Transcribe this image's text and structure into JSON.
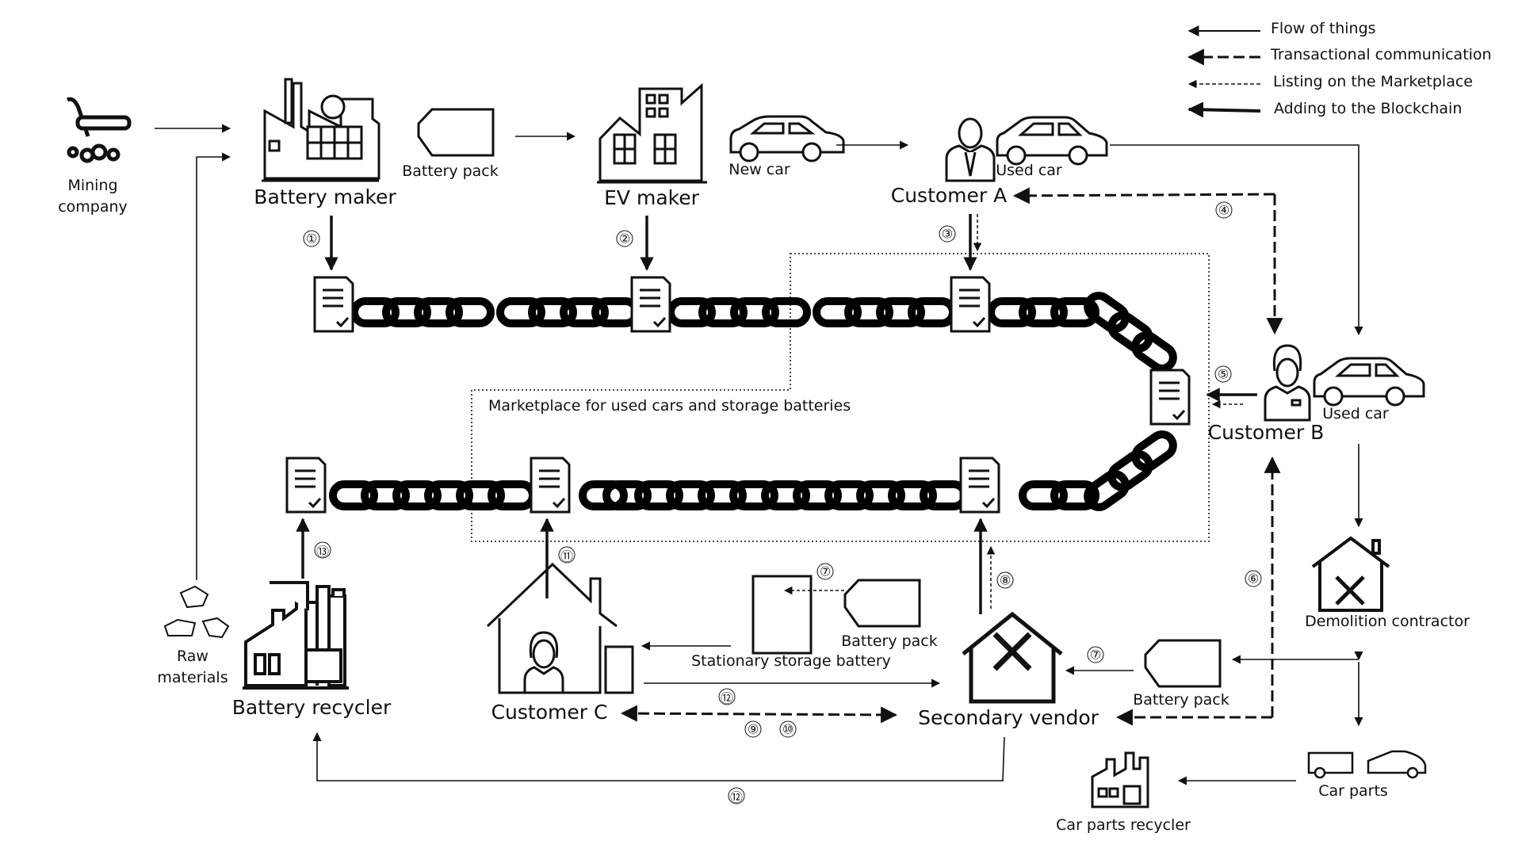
{
  "legend": {
    "flow": "Flow of things",
    "transaction": "Transactional communication",
    "listing": "Listing on the Marketplace",
    "blockchain": "Adding to the Blockchain"
  },
  "actors": {
    "mining_company": "Mining\ncompany",
    "battery_maker": "Battery maker",
    "ev_maker": "EV maker",
    "customer_a": "Customer A",
    "customer_b": "Customer B",
    "customer_c": "Customer C",
    "secondary_vendor": "Secondary vendor",
    "battery_recycler": "Battery recycler",
    "demolition_contractor": "Demolition contractor",
    "car_parts_recycler": "Car parts recycler"
  },
  "items": {
    "battery_pack_top": "Battery pack",
    "new_car": "New car",
    "used_car_a": "Used car",
    "used_car_b": "Used car",
    "battery_pack_mid": "Battery pack",
    "battery_pack_right": "Battery pack",
    "stationary_storage": "Stationary storage battery",
    "car_parts": "Car parts",
    "raw_materials": "Raw\nmaterials"
  },
  "marketplace_label": "Marketplace for used cars and storage batteries",
  "steps": {
    "s1": "①",
    "s2": "②",
    "s3": "③",
    "s4": "④",
    "s5": "⑤",
    "s6": "⑥",
    "s7a": "⑦",
    "s7b": "⑦",
    "s8": "⑧",
    "s9": "⑨",
    "s10": "⑩",
    "s11": "⑪",
    "s12a": "⑫",
    "s12b": "⑫",
    "s13": "⑬"
  },
  "colors": {
    "ink": "#111111",
    "background": "#ffffff"
  }
}
